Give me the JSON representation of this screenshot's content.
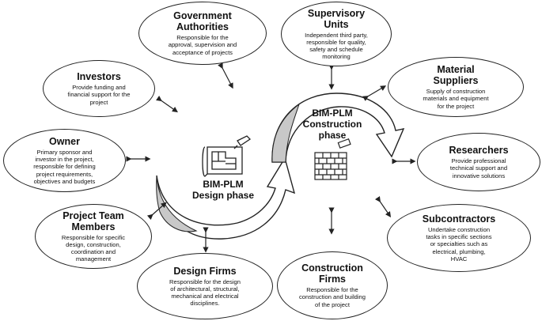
{
  "phases": {
    "design": {
      "line1": "BIM-PLM",
      "line2": "Design phase"
    },
    "construction": {
      "line1": "BIM-PLM",
      "line2": "Construction",
      "line3": "phase"
    }
  },
  "stakeholders": {
    "government": {
      "title1": "Government",
      "title2": "Authorities",
      "desc1": "Responsible for the",
      "desc2": "approval, supervision and",
      "desc3": "acceptance of projects"
    },
    "supervisory": {
      "title1": "Supervisory",
      "title2": "Units",
      "desc1": "Independent third party,",
      "desc2": "responsible for quality,",
      "desc3": "safety and schedule",
      "desc4": "monitoring"
    },
    "investors": {
      "title1": "Investors",
      "desc1": "Provide funding and",
      "desc2": "financial support for the",
      "desc3": "project"
    },
    "material": {
      "title1": "Material",
      "title2": "Suppliers",
      "desc1": "Supply of construction",
      "desc2": "materials and equipment",
      "desc3": "for the project"
    },
    "owner": {
      "title1": "Owner",
      "desc1": "Primary sponsor and",
      "desc2": "investor in the project,",
      "desc3": "responsible for defining",
      "desc4": "project requirements,",
      "desc5": "objectives and budgets"
    },
    "researchers": {
      "title1": "Researchers",
      "desc1": "Provide professional",
      "desc2": "technical support and",
      "desc3": "innovative solutions"
    },
    "project_team": {
      "title1": "Project Team",
      "title2": "Members",
      "desc1": "Responsible for specific",
      "desc2": "design, construction,",
      "desc3": "coordination and",
      "desc4": "management"
    },
    "subcontractors": {
      "title1": "Subcontractors",
      "desc1": "Undertake construction",
      "desc2": "tasks in specific sections",
      "desc3": "or specialties such as",
      "desc4": "electrical, plumbing,",
      "desc5": "HVAC"
    },
    "design_firms": {
      "title1": "Design Firms",
      "desc1": "Responsible for the design",
      "desc2": "of architectural, structural,",
      "desc3": "mechanical and electrical",
      "desc4": "disciplines."
    },
    "construction_firms": {
      "title1": "Construction",
      "title2": "Firms",
      "desc1": "Responsible for the",
      "desc2": "construction and building",
      "desc3": "of the project"
    }
  },
  "icons": {
    "design": "blueprint-icon",
    "construction": "brick-wall-icon"
  },
  "colors": {
    "outline": "#222222",
    "arrow_shade": "#c8c8c8",
    "background": "#ffffff"
  }
}
